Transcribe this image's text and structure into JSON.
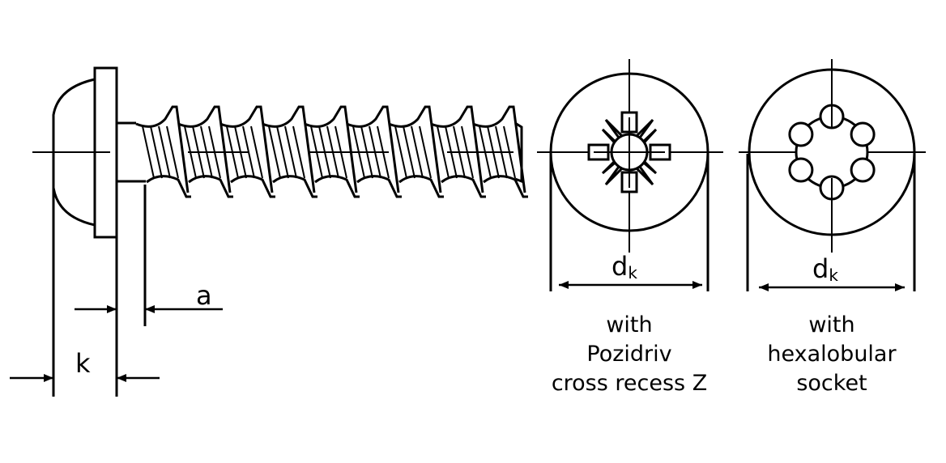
{
  "title": "Pan head tapping screw with collar dimension drawing",
  "colors": {
    "line": "#000000",
    "background": "#ffffff"
  },
  "side_view": {
    "dimension_a": "a",
    "dimension_k": "k"
  },
  "views": [
    {
      "id": "pozidriv",
      "dimension_main": "d",
      "dimension_sub": "k",
      "caption": [
        "with",
        "Pozidriv",
        "cross recess Z"
      ]
    },
    {
      "id": "hexalobular",
      "dimension_main": "d",
      "dimension_sub": "k",
      "caption": [
        "with",
        "hexalobular",
        "socket"
      ]
    }
  ]
}
